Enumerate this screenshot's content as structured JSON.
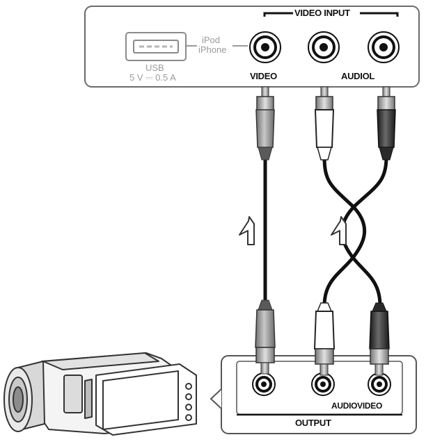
{
  "top_panel": {
    "usb_label": "USB",
    "usb_rating": "5 V ⎓ 0.5 A",
    "ipod_line1": "iPod",
    "ipod_line2": "iPhone",
    "video_input_header": "VIDEO INPUT",
    "video_jack_label": "VIDEO",
    "audio_jack_label": "AUDIO",
    "audio_jack_label_suffix": "L"
  },
  "device_panel": {
    "output_jack_labels": "AUDIOVIDEO",
    "output_label": "OUTPUT"
  },
  "colors": {
    "panel_stroke": "#555555",
    "cable": "#111111",
    "plug_grey": "#9a9a9a",
    "plug_black": "#333333",
    "plug_white": "#ffffff"
  },
  "icons": [
    "usb-port-icon",
    "rca-jack-icon",
    "rca-plug-icon",
    "arrow-up-icon",
    "camcorder-icon"
  ]
}
